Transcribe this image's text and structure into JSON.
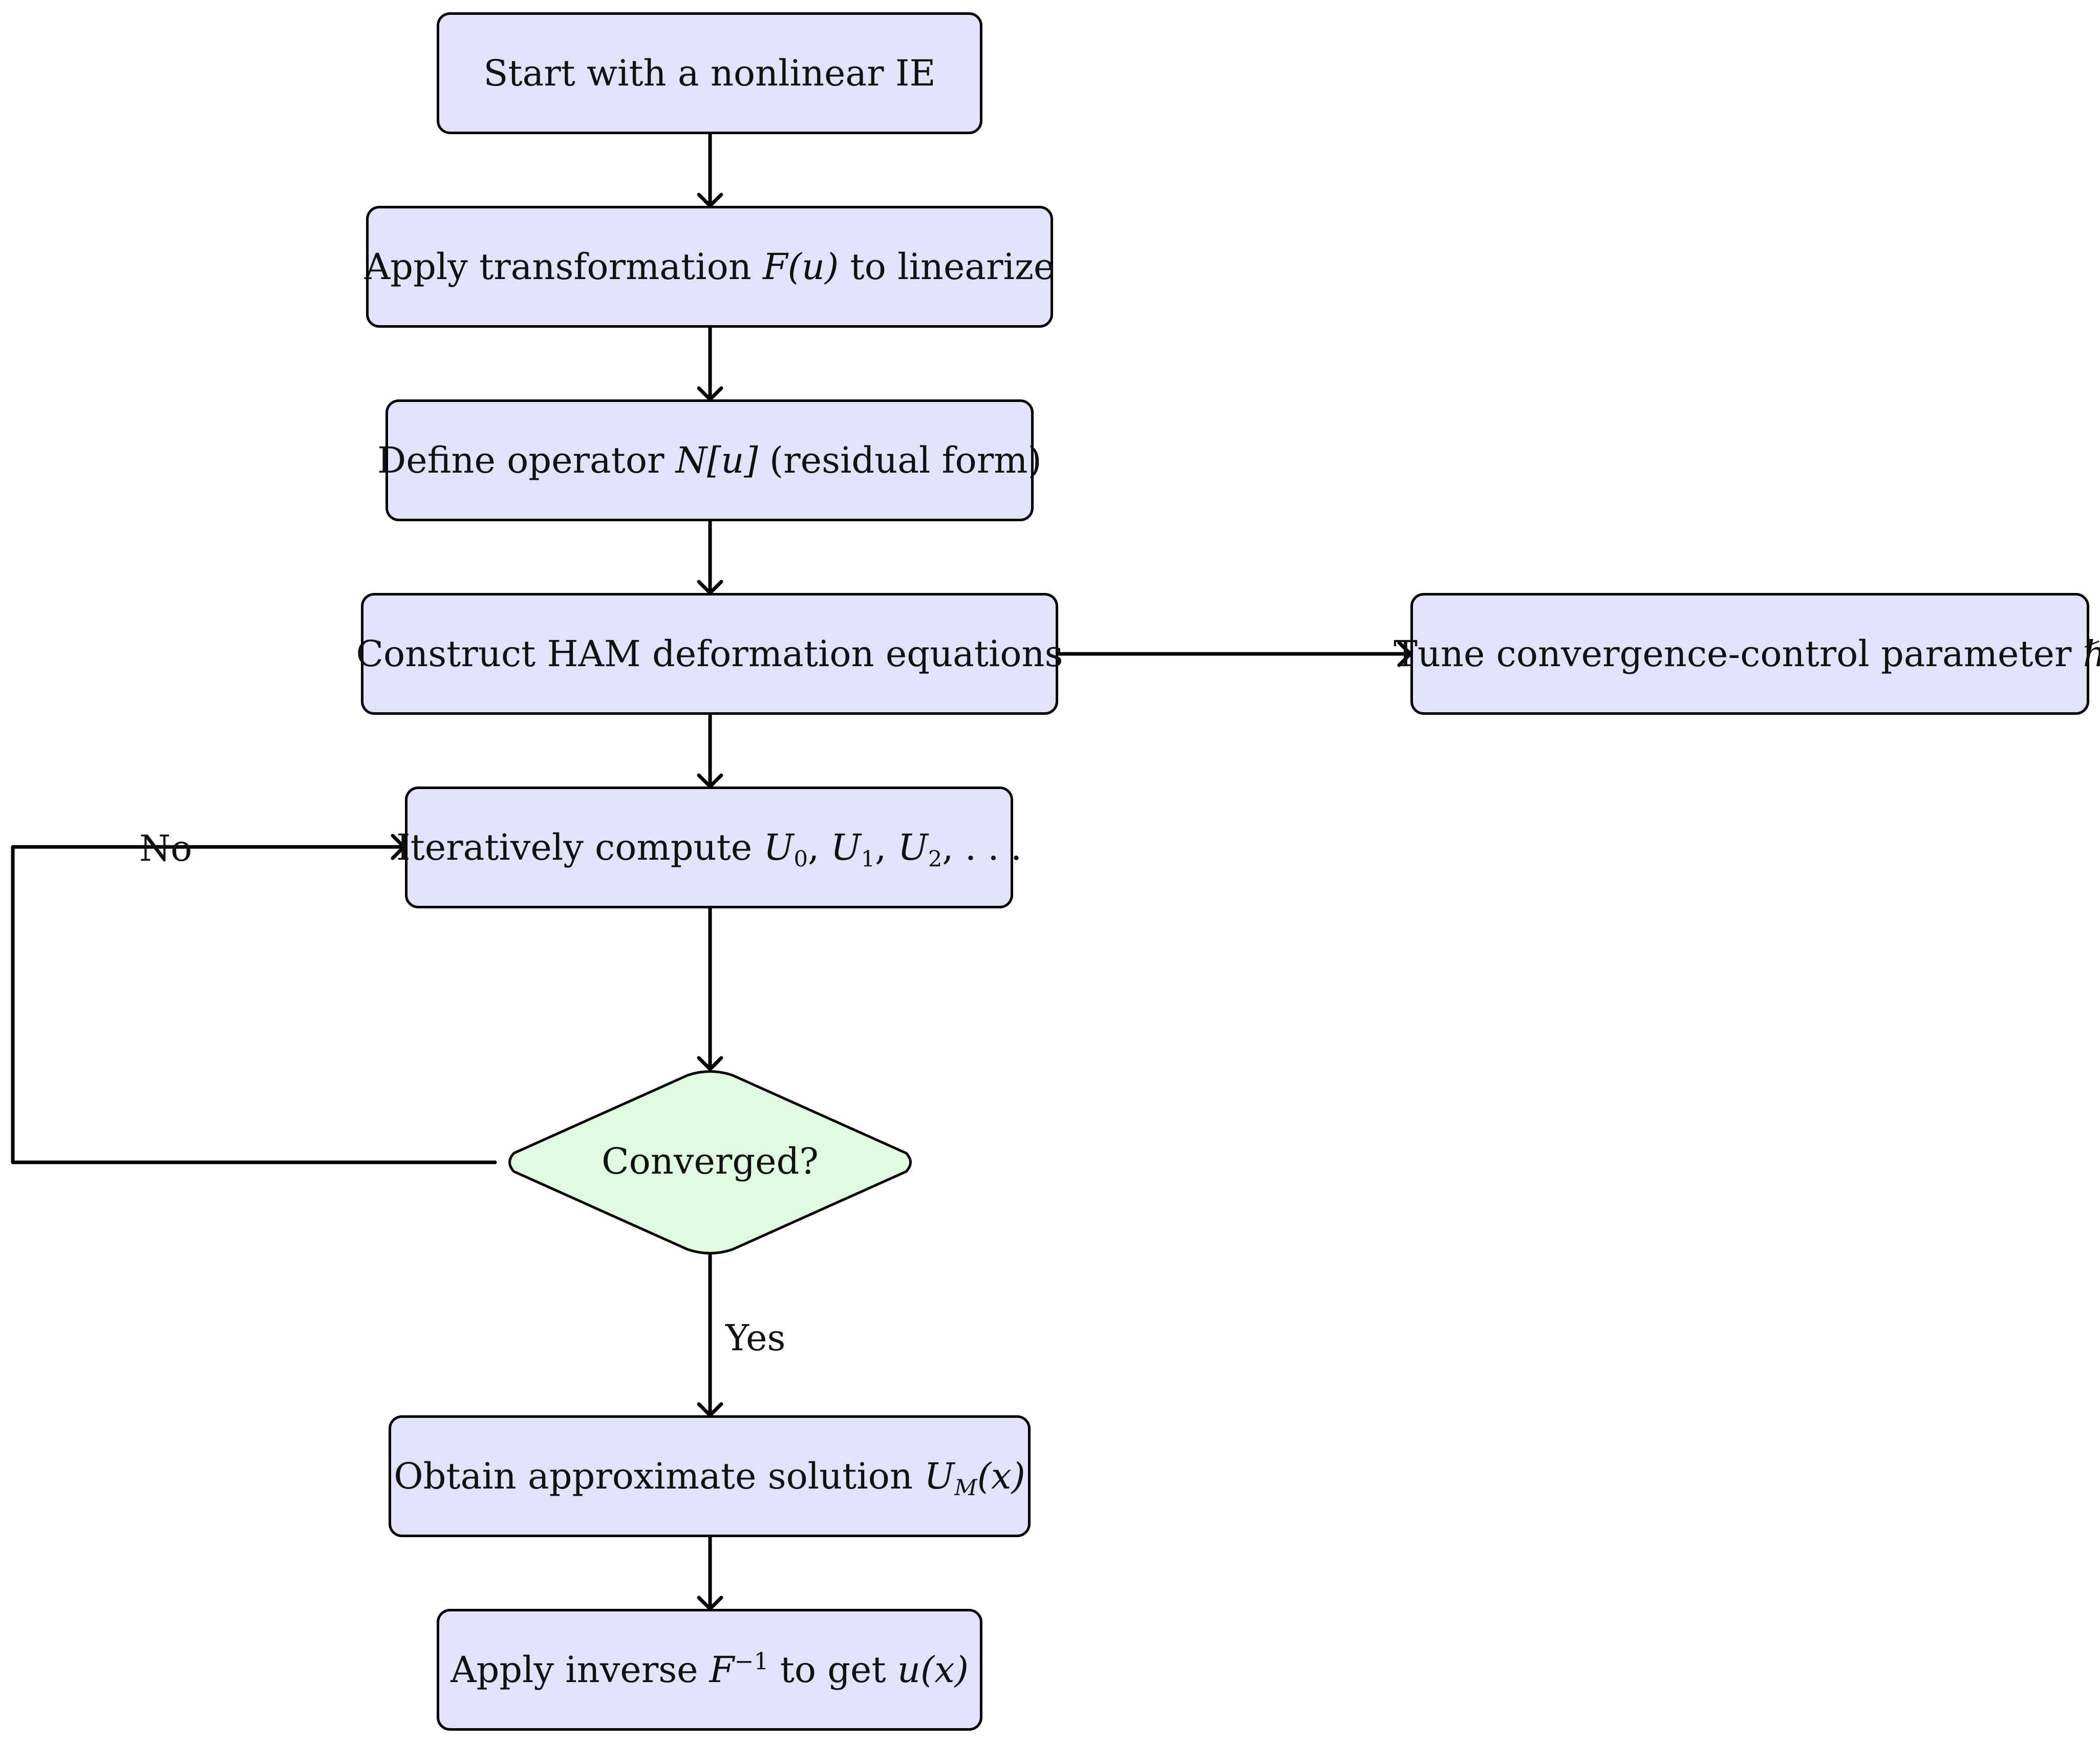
{
  "nodes": {
    "start": "Start with a nonlinear IE",
    "transform_prefix": "Apply transformation ",
    "transform_math": "F(u)",
    "transform_suffix": " to linearize",
    "define_prefix": "Define operator ",
    "define_math": "N[u]",
    "define_suffix": " (residual form)",
    "construct": "Construct HAM deformation equations",
    "tune_text": "Tune convergence-control parameter ",
    "tune_math": "ℏ",
    "iterate_prefix": "Iteratively compute ",
    "iterate_u": "U",
    "iterate_sub0": "0",
    "iterate_sub1": "1",
    "iterate_sub2": "2",
    "iterate_sep": ", ",
    "iterate_dots": ". . .",
    "decision": "Converged?",
    "obtain_prefix": "Obtain approximate solution ",
    "obtain_u": "U",
    "obtain_sub": "M",
    "obtain_arg": "(x)",
    "inverse_prefix": "Apply inverse ",
    "inverse_f": "F",
    "inverse_sup": "−1",
    "inverse_mid": " to get ",
    "inverse_math": "u(x)"
  },
  "edge_labels": {
    "no": "No",
    "yes": "Yes"
  },
  "colors": {
    "process_fill": "#e2e2fa",
    "decision_fill": "#e0fae0",
    "stroke": "#000000"
  }
}
